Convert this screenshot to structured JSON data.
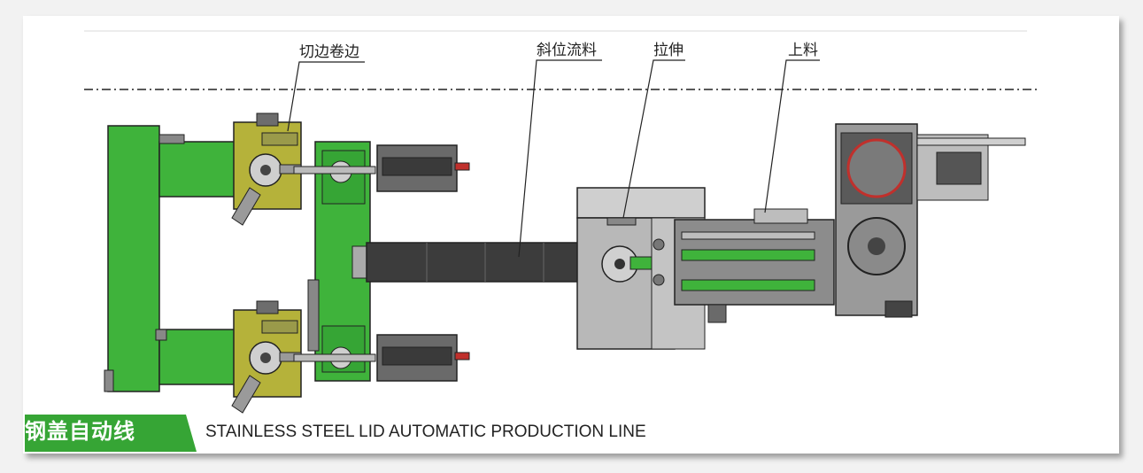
{
  "labels": {
    "edge_cut_curl": "切边卷边",
    "inclined_flow": "斜位流料",
    "stretch": "拉伸",
    "feeding": "上料"
  },
  "caption": {
    "cn_title": "钢盖自动线",
    "en_title": "STAINLESS STEEL LID AUTOMATIC PRODUCTION LINE"
  },
  "colors": {
    "accent_green": "#36a535",
    "machine_green": "#3fb33b",
    "machine_yellow": "#b5b23a",
    "machine_grey": "#c8c8c8",
    "conveyor_dark": "#3c3c3c",
    "cylinder_red": "#c0302c"
  }
}
